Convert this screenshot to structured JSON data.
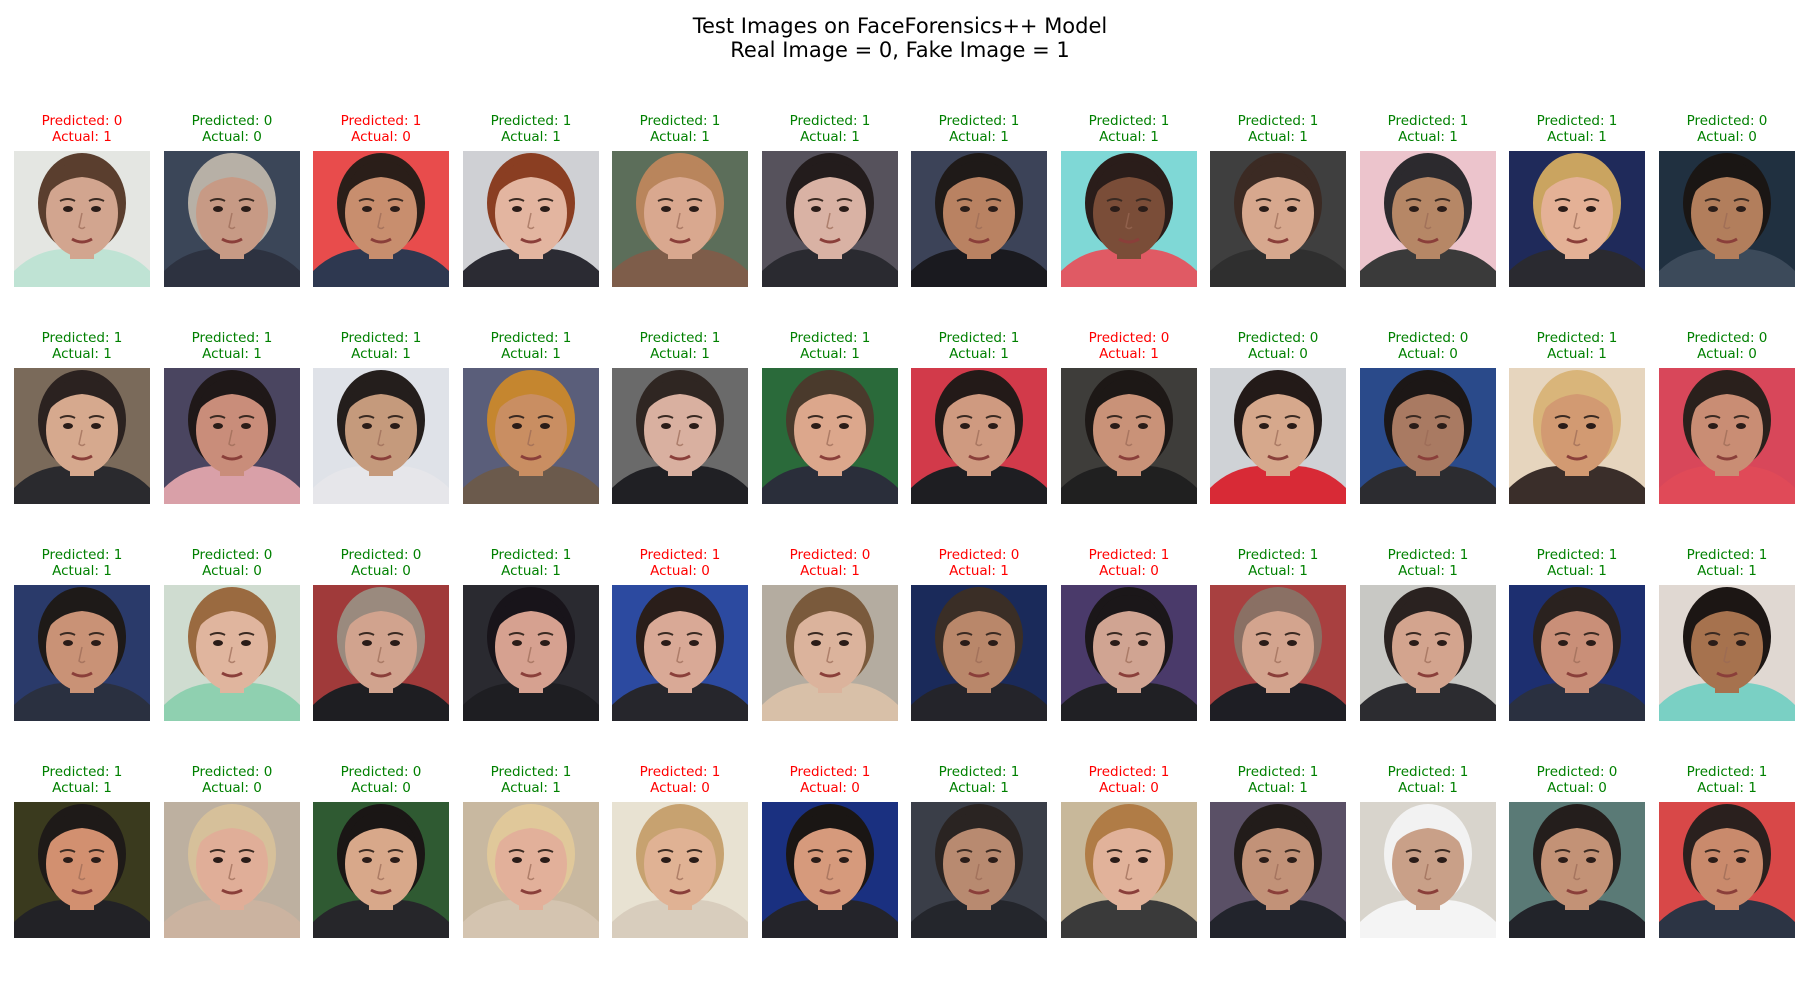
{
  "title": {
    "line1": "Test Images on FaceForensics++ Model",
    "line2": "Real Image = 0, Fake Image = 1"
  },
  "colors": {
    "correct": "#008000",
    "incorrect": "#ff0000"
  },
  "prefixes": {
    "predicted": "Predicted: ",
    "actual": "Actual: "
  },
  "rows": [
    [
      {
        "pred": 0,
        "actual": 1,
        "bg": "#e4e6e2",
        "skin": "#d2a58f",
        "hair": "#5a3e2e",
        "cloth": "#bfe3d4"
      },
      {
        "pred": 0,
        "actual": 0,
        "bg": "#3b4658",
        "skin": "#c79a85",
        "hair": "#b7b0a6",
        "cloth": "#2d3240"
      },
      {
        "pred": 1,
        "actual": 0,
        "bg": "#e84c4c",
        "skin": "#c88e6e",
        "hair": "#2a1e19",
        "cloth": "#2e3850"
      },
      {
        "pred": 1,
        "actual": 1,
        "bg": "#cfd0d4",
        "skin": "#e3b5a0",
        "hair": "#8a3e22",
        "cloth": "#2b2b33"
      },
      {
        "pred": 1,
        "actual": 1,
        "bg": "#5c6e5a",
        "skin": "#d9a88f",
        "hair": "#b9855c",
        "cloth": "#7e5d4a"
      },
      {
        "pred": 1,
        "actual": 1,
        "bg": "#56525c",
        "skin": "#d9b2a4",
        "hair": "#231c1c",
        "cloth": "#2a2a30"
      },
      {
        "pred": 1,
        "actual": 1,
        "bg": "#3c4358",
        "skin": "#b98262",
        "hair": "#1f1a18",
        "cloth": "#1a1a1f"
      },
      {
        "pred": 1,
        "actual": 1,
        "bg": "#7fd8d6",
        "skin": "#7a4d38",
        "hair": "#2a1d1a",
        "cloth": "#e05a64"
      },
      {
        "pred": 1,
        "actual": 1,
        "bg": "#3f3f3f",
        "skin": "#d7a88e",
        "hair": "#3b2a23",
        "cloth": "#2f2f2f"
      },
      {
        "pred": 1,
        "actual": 1,
        "bg": "#ecc4cc",
        "skin": "#b68766",
        "hair": "#2c2a2e",
        "cloth": "#3a3a3a"
      },
      {
        "pred": 1,
        "actual": 1,
        "bg": "#1f2a5a",
        "skin": "#e4b196",
        "hair": "#caa460",
        "cloth": "#2a2a30"
      },
      {
        "pred": 0,
        "actual": 0,
        "bg": "#203040",
        "skin": "#b27e5c",
        "hair": "#1a1614",
        "cloth": "#3c4a5a"
      }
    ],
    [
      {
        "pred": 1,
        "actual": 1,
        "bg": "#7a6a5a",
        "skin": "#d6a98e",
        "hair": "#2b2220",
        "cloth": "#2a2a2e"
      },
      {
        "pred": 1,
        "actual": 1,
        "bg": "#4a4560",
        "skin": "#c98d7a",
        "hair": "#1f1818",
        "cloth": "#d9a0a8"
      },
      {
        "pred": 1,
        "actual": 1,
        "bg": "#dfe2e8",
        "skin": "#c59a7c",
        "hair": "#241e1c",
        "cloth": "#e6e6ea"
      },
      {
        "pred": 1,
        "actual": 1,
        "bg": "#5a5e7a",
        "skin": "#c98e62",
        "hair": "#c5862f",
        "cloth": "#6b5a4c"
      },
      {
        "pred": 1,
        "actual": 1,
        "bg": "#6a6a6a",
        "skin": "#d9b0a0",
        "hair": "#2f2622",
        "cloth": "#202024"
      },
      {
        "pred": 1,
        "actual": 1,
        "bg": "#2a6a3a",
        "skin": "#dca78c",
        "hair": "#4a3a2c",
        "cloth": "#2a2e3a"
      },
      {
        "pred": 1,
        "actual": 1,
        "bg": "#d23a4a",
        "skin": "#cf9a80",
        "hair": "#231a18",
        "cloth": "#1e1e22"
      },
      {
        "pred": 0,
        "actual": 1,
        "bg": "#3e3d3a",
        "skin": "#c99278",
        "hair": "#1d1816",
        "cloth": "#202020"
      },
      {
        "pred": 0,
        "actual": 0,
        "bg": "#cfd2d6",
        "skin": "#d6a88c",
        "hair": "#231a18",
        "cloth": "#d82a36"
      },
      {
        "pred": 0,
        "actual": 0,
        "bg": "#2a4a8a",
        "skin": "#a97a62",
        "hair": "#1c1716",
        "cloth": "#2c2c30"
      },
      {
        "pred": 1,
        "actual": 1,
        "bg": "#e6d5be",
        "skin": "#d29a72",
        "hair": "#d9b57a",
        "cloth": "#3a2e2a"
      },
      {
        "pred": 0,
        "actual": 0,
        "bg": "#d8475a",
        "skin": "#c98d74",
        "hair": "#2a201c",
        "cloth": "#e04a58"
      }
    ],
    [
      {
        "pred": 1,
        "actual": 1,
        "bg": "#2a3a6a",
        "skin": "#c99276",
        "hair": "#1e1a18",
        "cloth": "#2a3040"
      },
      {
        "pred": 0,
        "actual": 0,
        "bg": "#cfdcd0",
        "skin": "#e0b59e",
        "hair": "#9a6a40",
        "cloth": "#8fd0b0"
      },
      {
        "pred": 0,
        "actual": 0,
        "bg": "#a03a3a",
        "skin": "#d1a38e",
        "hair": "#9a8a7e",
        "cloth": "#1e1e22"
      },
      {
        "pred": 1,
        "actual": 1,
        "bg": "#2a2a30",
        "skin": "#d6a190",
        "hair": "#18141a",
        "cloth": "#1e1e22"
      },
      {
        "pred": 1,
        "actual": 0,
        "bg": "#2c4aa0",
        "skin": "#d9a996",
        "hair": "#2a1e1a",
        "cloth": "#26262c"
      },
      {
        "pred": 0,
        "actual": 1,
        "bg": "#b4aca0",
        "skin": "#dbb39c",
        "hair": "#7a5a3c",
        "cloth": "#d8c0a8"
      },
      {
        "pred": 0,
        "actual": 1,
        "bg": "#1a2a5a",
        "skin": "#b9876a",
        "hair": "#3a2e26",
        "cloth": "#24242a"
      },
      {
        "pred": 1,
        "actual": 0,
        "bg": "#4a3a6a",
        "skin": "#d0a492",
        "hair": "#1b1719",
        "cloth": "#202024"
      },
      {
        "pred": 1,
        "actual": 1,
        "bg": "#a84040",
        "skin": "#d3a48e",
        "hair": "#8a7064",
        "cloth": "#1e1e24"
      },
      {
        "pred": 1,
        "actual": 1,
        "bg": "#c8c8c4",
        "skin": "#d3a48e",
        "hair": "#2a2220",
        "cloth": "#2c2c30"
      },
      {
        "pred": 1,
        "actual": 1,
        "bg": "#1d2f70",
        "skin": "#c98f78",
        "hair": "#2a221f",
        "cloth": "#2a3040"
      },
      {
        "pred": 1,
        "actual": 1,
        "bg": "#e0d8d2",
        "skin": "#a6724e",
        "hair": "#1c1614",
        "cloth": "#7ad0c4"
      }
    ],
    [
      {
        "pred": 1,
        "actual": 1,
        "bg": "#3a3a1e",
        "skin": "#d29070",
        "hair": "#1e1a18",
        "cloth": "#222226"
      },
      {
        "pred": 0,
        "actual": 0,
        "bg": "#bdb0a0",
        "skin": "#e0ae98",
        "hair": "#d6c09a",
        "cloth": "#cbb3a0"
      },
      {
        "pred": 0,
        "actual": 0,
        "bg": "#2f5a32",
        "skin": "#d8a88a",
        "hair": "#1a1615",
        "cloth": "#26262a"
      },
      {
        "pred": 1,
        "actual": 1,
        "bg": "#c8b8a0",
        "skin": "#e2b09a",
        "hair": "#e0c89a",
        "cloth": "#d4c4b0"
      },
      {
        "pred": 1,
        "actual": 0,
        "bg": "#e8e2d2",
        "skin": "#e0b294",
        "hair": "#c7a270",
        "cloth": "#d8cdbd"
      },
      {
        "pred": 1,
        "actual": 0,
        "bg": "#1a3080",
        "skin": "#d69a7c",
        "hair": "#1a1614",
        "cloth": "#24242a"
      },
      {
        "pred": 1,
        "actual": 1,
        "bg": "#3a3e48",
        "skin": "#b88a70",
        "hair": "#2a2422",
        "cloth": "#24262c"
      },
      {
        "pred": 1,
        "actual": 0,
        "bg": "#c8b89a",
        "skin": "#e1b29a",
        "hair": "#b07c46",
        "cloth": "#3a3a3a"
      },
      {
        "pred": 1,
        "actual": 1,
        "bg": "#5a5066",
        "skin": "#c29278",
        "hair": "#221c1a",
        "cloth": "#22242c"
      },
      {
        "pred": 1,
        "actual": 1,
        "bg": "#d8d4cc",
        "skin": "#c9a088",
        "hair": "#f2f2f2",
        "cloth": "#f4f4f4"
      },
      {
        "pred": 0,
        "actual": 0,
        "bg": "#5a7a76",
        "skin": "#c39276",
        "hair": "#241e1c",
        "cloth": "#22242a"
      },
      {
        "pred": 1,
        "actual": 1,
        "bg": "#d84848",
        "skin": "#c98a6c",
        "hair": "#2a201e",
        "cloth": "#2c3444"
      }
    ]
  ]
}
